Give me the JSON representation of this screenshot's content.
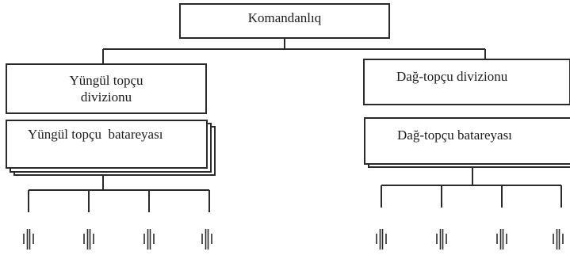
{
  "diagram": {
    "root": {
      "label": "Komandanlıq"
    },
    "left_branch": {
      "division_label": "Yüngül topçu divizionu",
      "battery_label": "Yüngül topçu  batareyası",
      "unit_count": 4
    },
    "right_branch": {
      "division_label": "Dağ-topçu divizionu",
      "battery_label": "Dağ-topçu batareyası",
      "unit_count": 4
    },
    "unit_symbol": "artillery-gun-symbol"
  }
}
